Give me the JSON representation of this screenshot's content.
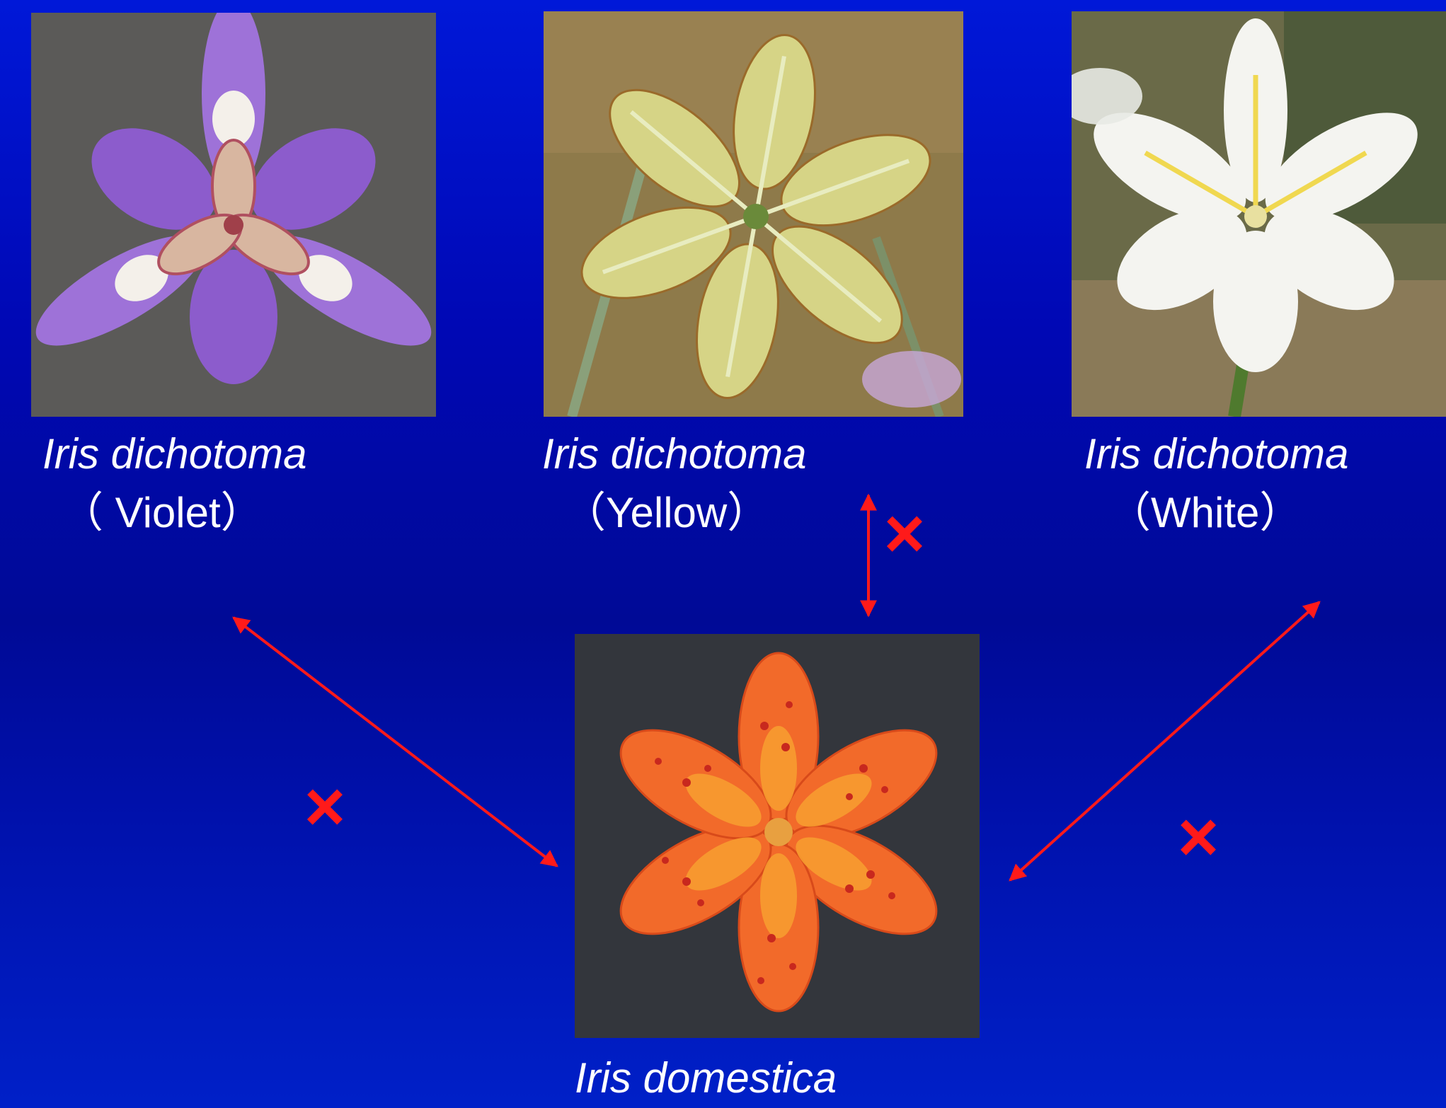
{
  "cross_marker": {
    "symbol": "×",
    "color": "#ff1a1a"
  },
  "arrow_color": "#ff1a1a",
  "flowers": [
    {
      "key": "violet",
      "species": "Iris dichotoma",
      "variant": "（ Violet）",
      "color": "#9a6ad2"
    },
    {
      "key": "yellow",
      "species": "Iris dichotoma",
      "variant": "（Yellow）",
      "color": "#d8d880"
    },
    {
      "key": "white",
      "species": "Iris dichotoma",
      "variant": "（White）",
      "color": "#f2f2ee"
    },
    {
      "key": "orange",
      "species": "Iris domestica",
      "color": "#f04a22"
    }
  ]
}
